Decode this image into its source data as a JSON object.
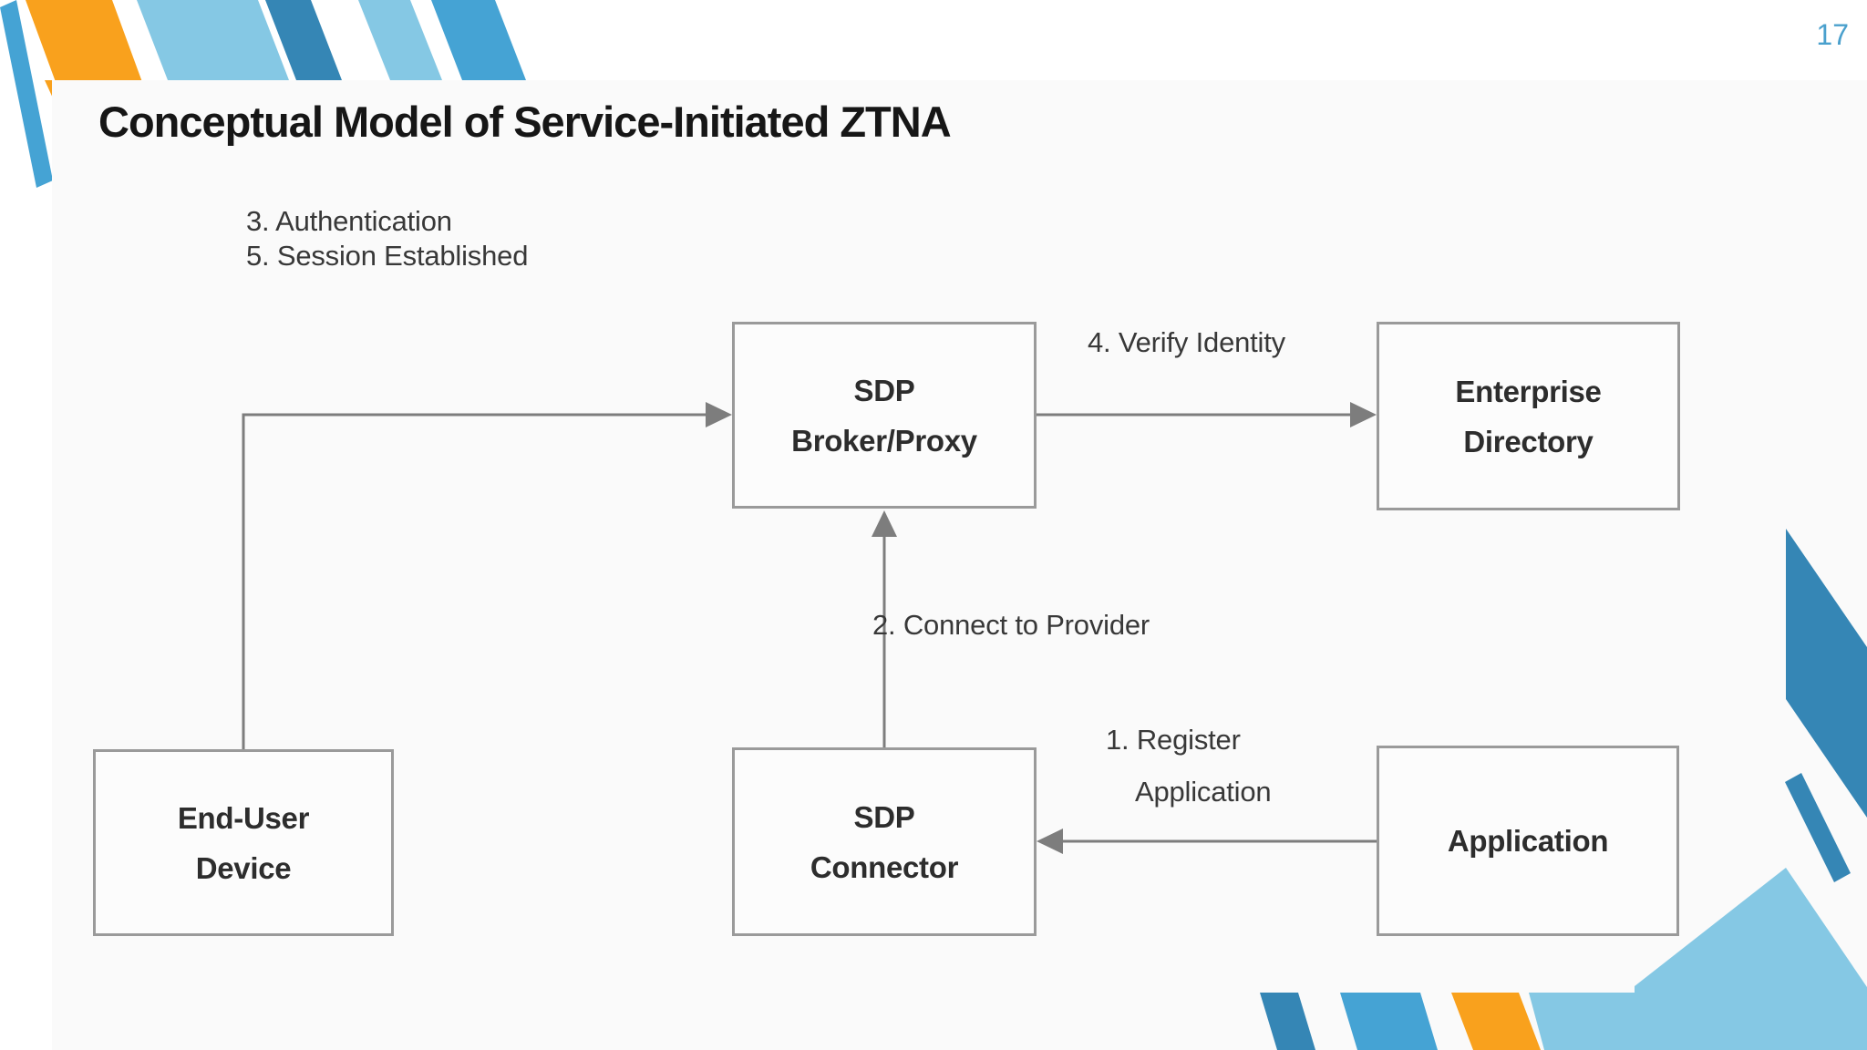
{
  "slide": {
    "page_number": "17",
    "title": "Conceptual Model of Service-Initiated ZTNA"
  },
  "diagram": {
    "nodes": [
      {
        "id": "sdp-broker-proxy",
        "lines": [
          "SDP",
          "Broker/Proxy"
        ]
      },
      {
        "id": "enterprise-directory",
        "lines": [
          "Enterprise",
          "Directory"
        ]
      },
      {
        "id": "end-user-device",
        "lines": [
          "End-User",
          "Device"
        ]
      },
      {
        "id": "sdp-connector",
        "lines": [
          "SDP",
          "Connector"
        ]
      },
      {
        "id": "application",
        "lines": [
          "Application"
        ]
      }
    ],
    "edge_labels": [
      {
        "id": "auth-session",
        "line1": "3. Authentication",
        "line2": "5. Session Established"
      },
      {
        "id": "verify-identity",
        "line1": "4. Verify Identity"
      },
      {
        "id": "connect-provider",
        "line1": "2. Connect to Provider"
      },
      {
        "id": "register-application",
        "line1": "1. Register",
        "line2": "Application"
      }
    ]
  },
  "colors": {
    "stripe_orange": "#F9A11D",
    "stripe_blue_medium": "#45A3D4",
    "stripe_blue_dark": "#3586B5",
    "stripe_blue_light": "#85C8E4",
    "panel_background": "#fafafa",
    "page_number_blue": "#4AA0CD",
    "arrow_gray": "#7D7D7D",
    "box_border_gray": "#9A9A9A"
  }
}
